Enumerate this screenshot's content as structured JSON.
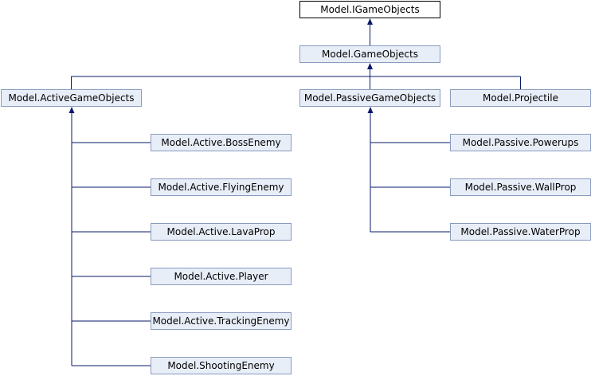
{
  "nodes": [
    {
      "id": "igameobjects",
      "label": "Model.IGameObjects"
    },
    {
      "id": "gameobjects",
      "label": "Model.GameObjects"
    },
    {
      "id": "activegameobjects",
      "label": "Model.ActiveGameObjects"
    },
    {
      "id": "passivegameobjects",
      "label": "Model.PassiveGameObjects"
    },
    {
      "id": "projectile",
      "label": "Model.Projectile"
    },
    {
      "id": "active-bossenemy",
      "label": "Model.Active.BossEnemy"
    },
    {
      "id": "active-flyingenemy",
      "label": "Model.Active.FlyingEnemy"
    },
    {
      "id": "active-lavaprop",
      "label": "Model.Active.LavaProp"
    },
    {
      "id": "active-player",
      "label": "Model.Active.Player"
    },
    {
      "id": "active-trackingenemy",
      "label": "Model.Active.TrackingEnemy"
    },
    {
      "id": "shootingenemy",
      "label": "Model.ShootingEnemy"
    },
    {
      "id": "passive-powerups",
      "label": "Model.Passive.Powerups"
    },
    {
      "id": "passive-wallprop",
      "label": "Model.Passive.WallProp"
    },
    {
      "id": "passive-waterprop",
      "label": "Model.Passive.WaterProp"
    }
  ],
  "edges": [
    {
      "from": "gameobjects",
      "to": "igameobjects"
    },
    {
      "from": "activegameobjects",
      "to": "gameobjects"
    },
    {
      "from": "passivegameobjects",
      "to": "gameobjects"
    },
    {
      "from": "projectile",
      "to": "gameobjects"
    },
    {
      "from": "active-bossenemy",
      "to": "activegameobjects"
    },
    {
      "from": "active-flyingenemy",
      "to": "activegameobjects"
    },
    {
      "from": "active-lavaprop",
      "to": "activegameobjects"
    },
    {
      "from": "active-player",
      "to": "activegameobjects"
    },
    {
      "from": "active-trackingenemy",
      "to": "activegameobjects"
    },
    {
      "from": "shootingenemy",
      "to": "activegameobjects"
    },
    {
      "from": "passive-powerups",
      "to": "passivegameobjects"
    },
    {
      "from": "passive-wallprop",
      "to": "passivegameobjects"
    },
    {
      "from": "passive-waterprop",
      "to": "passivegameobjects"
    }
  ],
  "colors": {
    "node_fill": "#e8eef8",
    "node_border": "#8a9bbf",
    "root_fill": "#ffffff",
    "root_border": "#000000",
    "edge": "#0a1a6a"
  }
}
